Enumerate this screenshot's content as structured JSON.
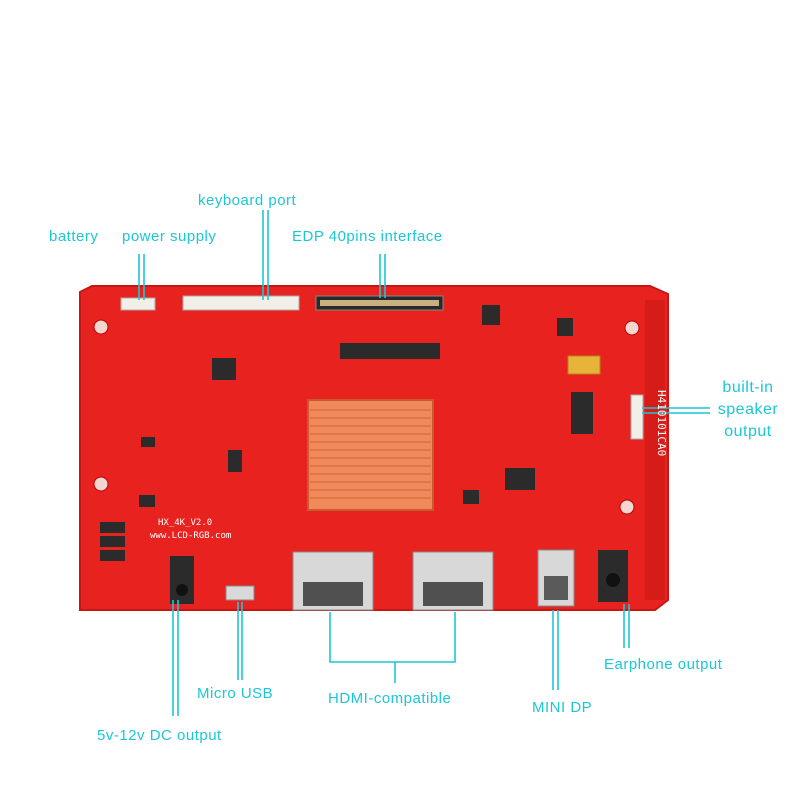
{
  "labels": {
    "battery": "battery",
    "power_supply": "power supply",
    "keyboard_port": "keyboard port",
    "edp": "EDP 40pins interface",
    "speaker": [
      "built-in",
      "speaker",
      "output"
    ],
    "earphone": "Earphone output",
    "micro_usb": "Micro USB",
    "hdmi": "HDMI-compatible",
    "mini_dp": "MINI DP",
    "dc_output": "5v-12v DC output"
  },
  "board_text": {
    "model": "HX_4K_V2.0",
    "website": "www.LCD-RGB.com",
    "side_code": "H410101CA0"
  },
  "colors": {
    "label": "#1cc6d6",
    "pcb": "#e8231f",
    "heatsink": "#f08a5a"
  }
}
